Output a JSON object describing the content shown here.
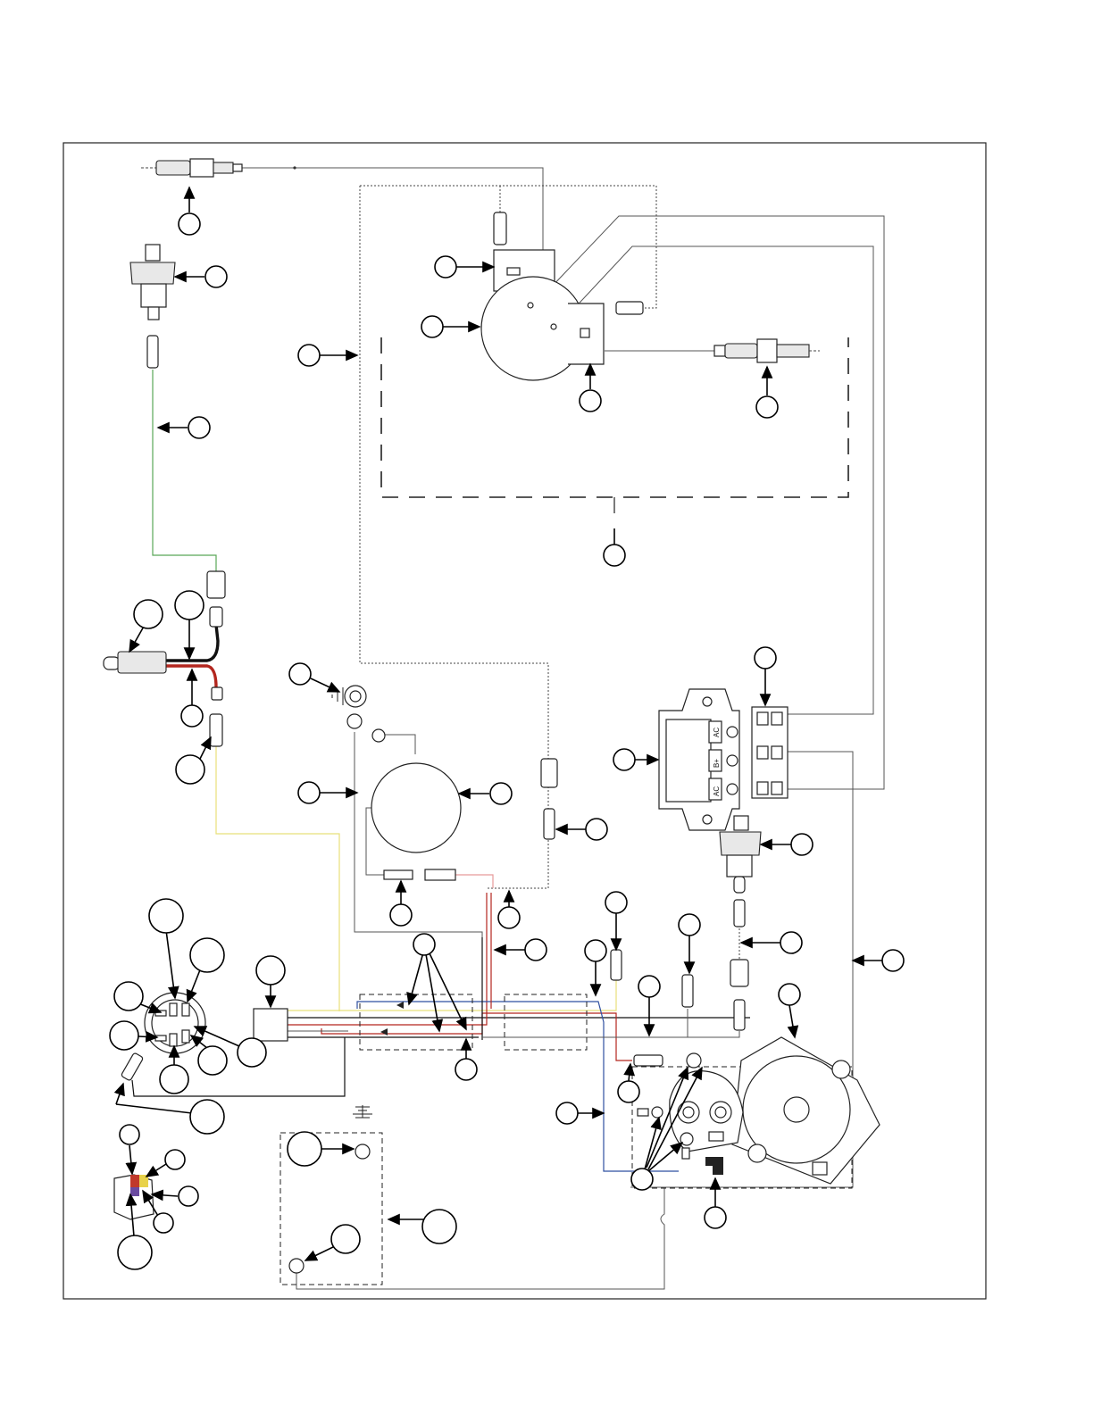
{
  "diagram": {
    "regulator_terminals": [
      "AC",
      "B+",
      "AC"
    ],
    "colors": {
      "green": "#59a657",
      "yellow": "#e8e07a",
      "red": "#c0392b",
      "pink": "#e79a9a",
      "black": "#111111",
      "blue": "#2f4fa0",
      "gray": "#777777"
    }
  }
}
